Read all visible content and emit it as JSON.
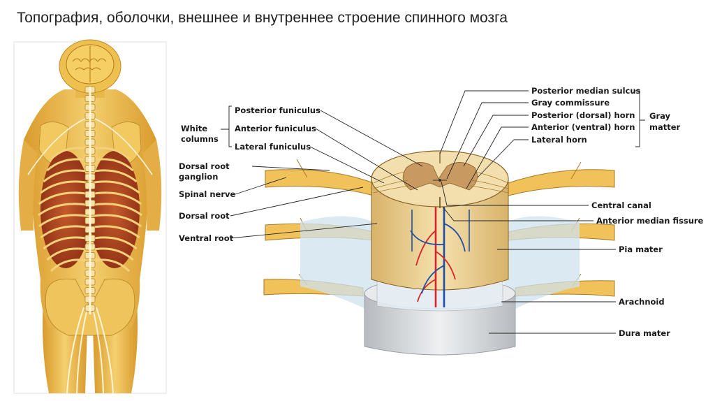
{
  "slide": {
    "title": "Топография, оболочки, внешнее и внутреннее строение спинного мозга"
  },
  "labels": {
    "white_columns_line1": "White",
    "white_columns_line2": "columns",
    "posterior_funiculus": "Posterior funiculus",
    "anterior_funiculus": "Anterior funiculus",
    "lateral_funiculus": "Lateral funiculus",
    "dorsal_root_ganglion_line1": "Dorsal root",
    "dorsal_root_ganglion_line2": "ganglion",
    "spinal_nerve": "Spinal nerve",
    "dorsal_root": "Dorsal root",
    "ventral_root": "Ventral root",
    "posterior_median_sulcus": "Posterior median sulcus",
    "gray_commissure": "Gray commissure",
    "posterior_dorsal_horn": "Posterior (dorsal) horn",
    "anterior_ventral_horn": "Anterior (ventral) horn",
    "lateral_horn": "Lateral horn",
    "gray_matter_line1": "Gray",
    "gray_matter_line2": "matter",
    "central_canal": "Central canal",
    "anterior_median_fissure": "Anterior median fissure",
    "pia_mater": "Pia mater",
    "arachnoid": "Arachnoid",
    "dura_mater": "Dura mater"
  },
  "colors": {
    "bone": "#e8b84a",
    "nerve": "#f2c25a",
    "gray_matter": "#c89a62",
    "white_matter": "#f3dfae",
    "artery": "#d8242a",
    "vein": "#1f4fa8",
    "dura": "#d9dcdf",
    "arachnoid": "#cfe2ef"
  }
}
